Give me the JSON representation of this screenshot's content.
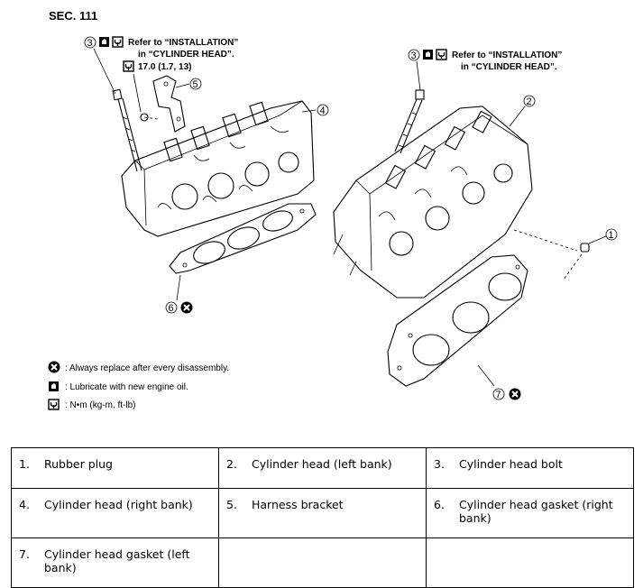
{
  "section": "SEC. 111",
  "callout_left": {
    "line1": "Refer to “INSTALLATION”",
    "line2": "in “CYLINDER HEAD”.",
    "torque": "17.0 (1.7, 13)"
  },
  "callout_right": {
    "line1": "Refer to “INSTALLATION”",
    "line2": "in “CYLINDER HEAD”."
  },
  "callouts": {
    "c1": "1",
    "c2": "2",
    "c3a": "3",
    "c3b": "3",
    "c4": "4",
    "c5": "5",
    "c6": "6",
    "c7": "7"
  },
  "legend": {
    "replace": ": Always replace after every disassembly.",
    "oil": ": Lubricate with new engine oil.",
    "torque": ": N•m (kg-m, ft-lb)"
  },
  "parts_table": [
    [
      {
        "num": "1.",
        "name": "Rubber plug"
      },
      {
        "num": "2.",
        "name": "Cylinder head (left bank)"
      },
      {
        "num": "3.",
        "name": "Cylinder head bolt"
      }
    ],
    [
      {
        "num": "4.",
        "name": "Cylinder head (right bank)"
      },
      {
        "num": "5.",
        "name": "Harness bracket"
      },
      {
        "num": "6.",
        "name": "Cylinder head gasket (right bank)"
      }
    ],
    [
      {
        "num": "7.",
        "name": "Cylinder head gasket (left bank)"
      },
      {
        "num": "",
        "name": ""
      },
      {
        "num": "",
        "name": ""
      }
    ]
  ]
}
